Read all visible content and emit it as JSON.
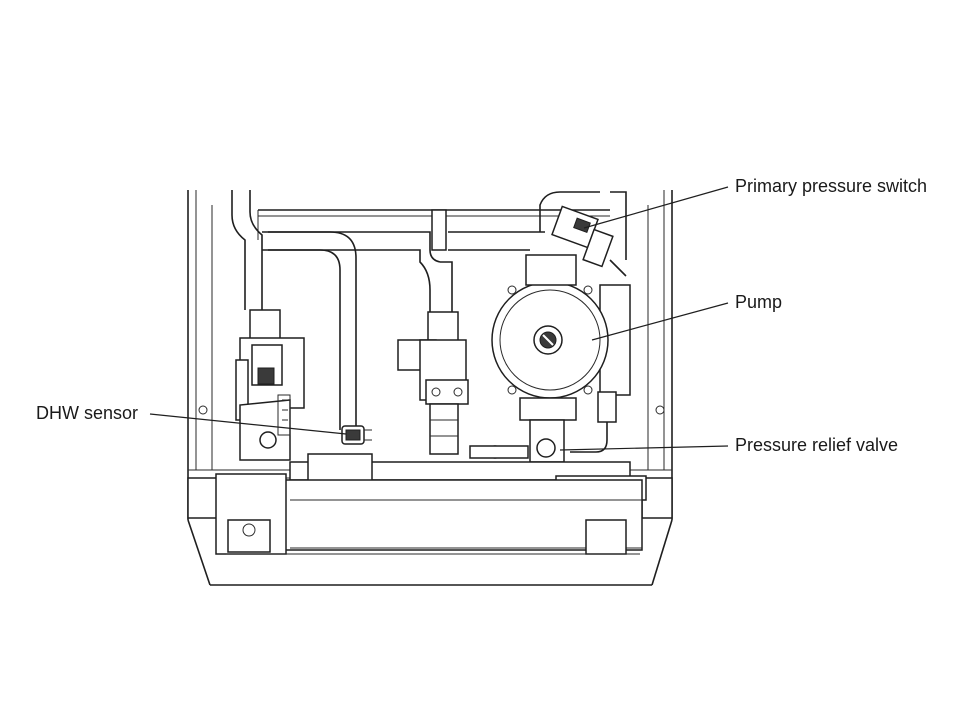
{
  "labels": {
    "primary_pressure_switch": "Primary pressure switch",
    "pump": "Pump",
    "pressure_relief_valve": "Pressure relief valve",
    "dhw_sensor": "DHW sensor"
  },
  "colors": {
    "ink": "#1f1f1f",
    "background": "#ffffff"
  }
}
